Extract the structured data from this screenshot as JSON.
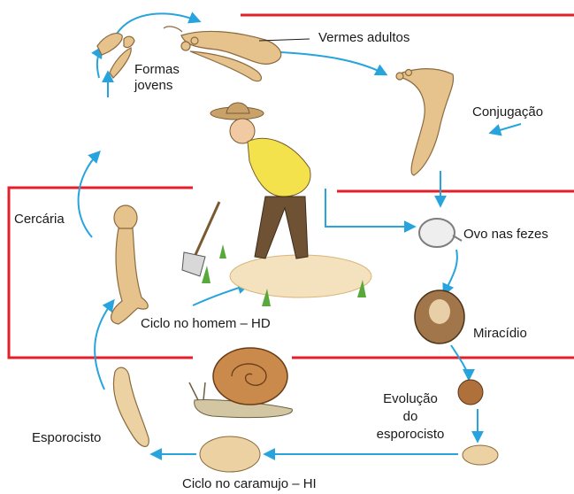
{
  "labels": {
    "adult_worms": "Vermes adultos",
    "young_forms_line1": "Formas",
    "young_forms_line2": "jovens",
    "conjugation": "Conjugação",
    "egg_in_feces": "Ovo nas fezes",
    "cercaria": "Cercária",
    "miracidium": "Miracídio",
    "human_cycle": "Ciclo no homem – HD",
    "sporocyst_evolution_line1": "Evolução",
    "sporocyst_evolution_line2": "do",
    "sporocyst_evolution_line3": "esporocisto",
    "sporocyst": "Esporocisto",
    "snail_cycle": "Ciclo no caramujo  – HI"
  },
  "colors": {
    "divider_red": "#e3202a",
    "arrow_blue": "#27a4dd",
    "worm_tan": "#e6c28d",
    "worm_outline": "#8b6a3e"
  }
}
